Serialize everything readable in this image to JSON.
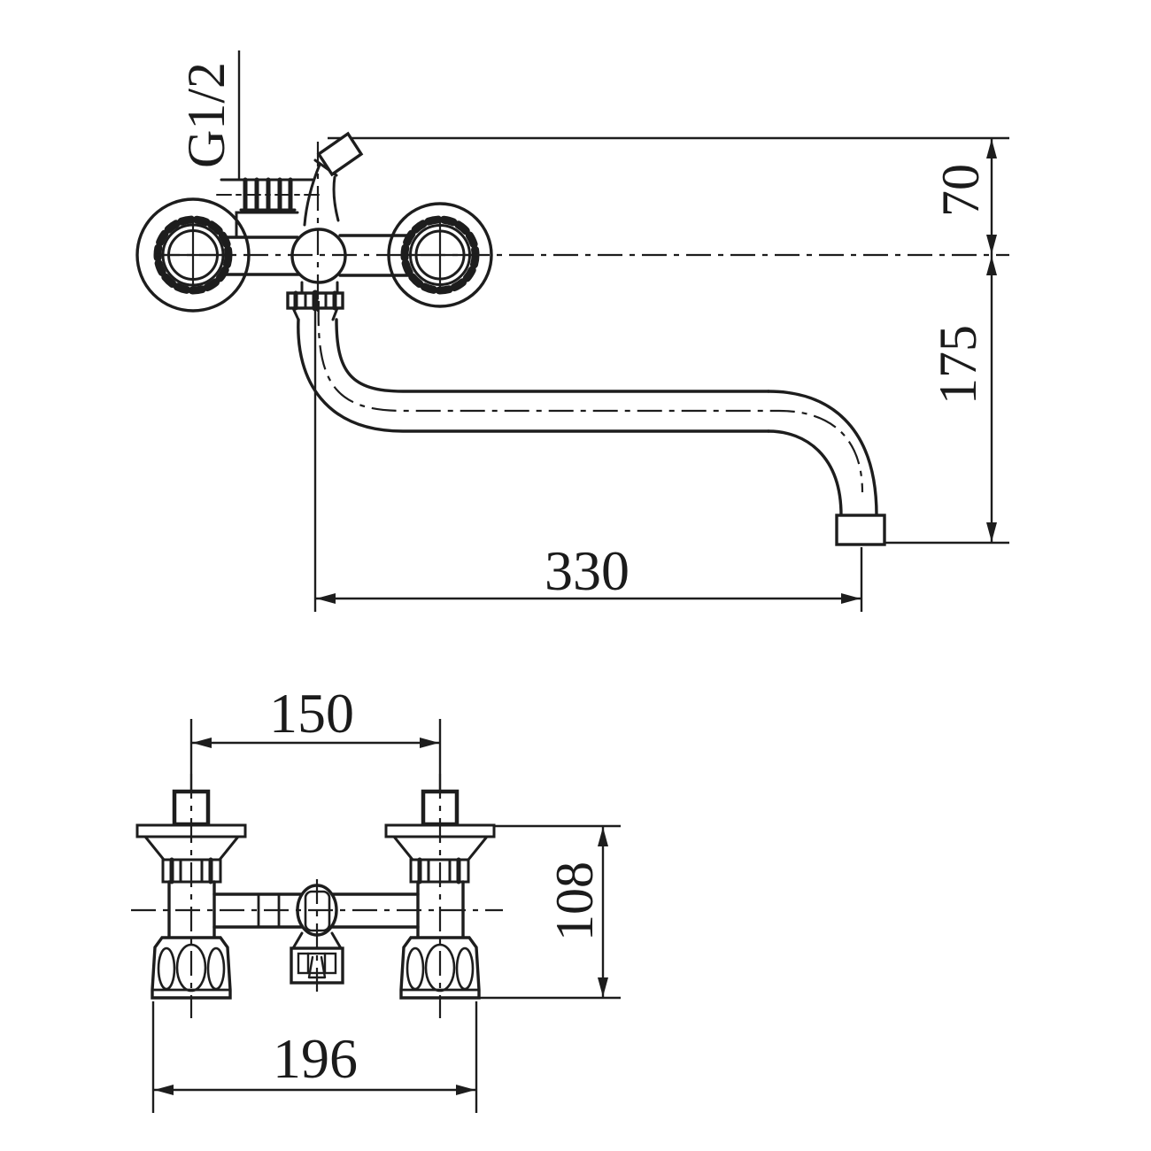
{
  "drawing": {
    "title": "wall-mounted two-handle mixer faucet dimensional drawing",
    "colors": {
      "line": "#1d1d1d",
      "background": "#ffffff"
    },
    "side_view": {
      "labels": {
        "thread_size": "G1/2",
        "wall_to_spout_top": "70",
        "spout_drop": "175",
        "spout_reach": "330"
      }
    },
    "front_view": {
      "labels": {
        "inlet_center_spacing": "150",
        "body_height": "108",
        "overall_width": "196"
      }
    }
  }
}
